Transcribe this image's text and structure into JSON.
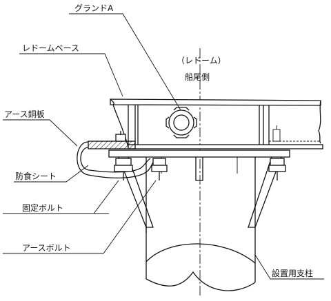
{
  "labels": {
    "gland": "グランドA",
    "radome_base": "レドームベース",
    "radome": "（レドーム）",
    "stern_side": "船尾側",
    "earth_plate": "アース銅板",
    "anticorrosion_sheet": "防食シート",
    "fixing_bolt": "固定ボルト",
    "earth_bolt": "アースボルト",
    "mounting_pole": "設置用支柱"
  }
}
